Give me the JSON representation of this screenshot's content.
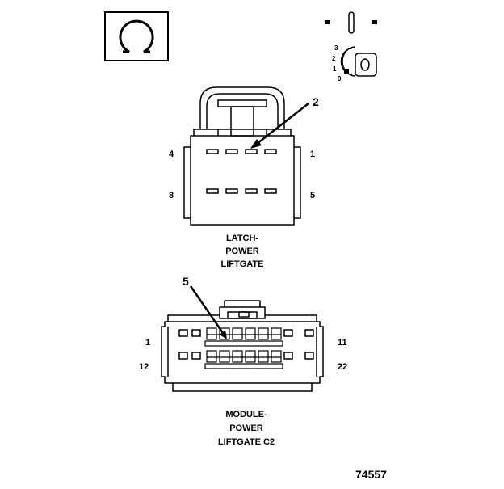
{
  "symbols": {
    "ohm_icon": "ohm-symbol",
    "ignition_key_icon": "ignition-key",
    "key_positions": [
      "3",
      "2",
      "1",
      "0"
    ]
  },
  "latch_connector": {
    "label_lines": [
      "LATCH-",
      "POWER",
      "LIFTGATE"
    ],
    "pin_labels": {
      "top_left": "4",
      "top_right": "1",
      "bottom_left": "8",
      "bottom_right": "5"
    },
    "callout": "2"
  },
  "module_connector": {
    "label_lines": [
      "MODULE-",
      "POWER",
      "LIFTGATE C2"
    ],
    "pin_labels": {
      "top_left": "1",
      "top_right": "11",
      "bottom_left": "12",
      "bottom_right": "22"
    },
    "callout": "5"
  },
  "figure_number": "74557",
  "colors": {
    "line": "#000000",
    "background": "#ffffff"
  }
}
